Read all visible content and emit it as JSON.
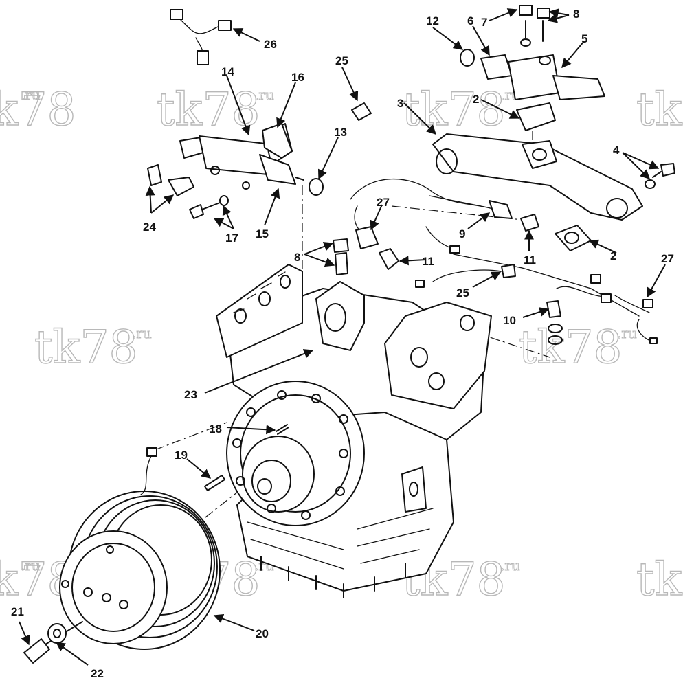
{
  "watermark_text": "tk78",
  "watermark_suffix": ".ru",
  "callouts": [
    "2",
    "2",
    "3",
    "4",
    "4",
    "5",
    "6",
    "7",
    "8",
    "8",
    "9",
    "10",
    "11",
    "11",
    "12",
    "13",
    "14",
    "15",
    "16",
    "17",
    "17",
    "18",
    "19",
    "20",
    "21",
    "22",
    "23",
    "24",
    "24",
    "25",
    "25",
    "26",
    "27",
    "27"
  ]
}
